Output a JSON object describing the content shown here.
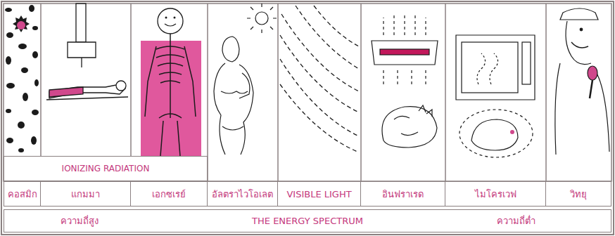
{
  "diagram": {
    "nodes": [
      {
        "text": [
          "IONIZING RADIATION"
        ]
      },
      {
        "text": [
          "คอสมิก"
        ]
      },
      {
        "text": [
          "แกมมา"
        ]
      },
      {
        "text": [
          "เอกซเรย์"
        ]
      },
      {
        "text": [
          "อัลตราไวโอเลต"
        ]
      },
      {
        "text": [
          "VISIBLE LIGHT"
        ]
      },
      {
        "text": [
          "อินฟราเรด"
        ]
      },
      {
        "text": [
          "ไมโครเวฟ"
        ]
      },
      {
        "text": [
          "วิทยุ"
        ]
      },
      {
        "text": [
          "ความถี่สูง",
          "THE ENERGY SPECTRUM",
          "ความถี่ต่ำ"
        ]
      }
    ]
  }
}
